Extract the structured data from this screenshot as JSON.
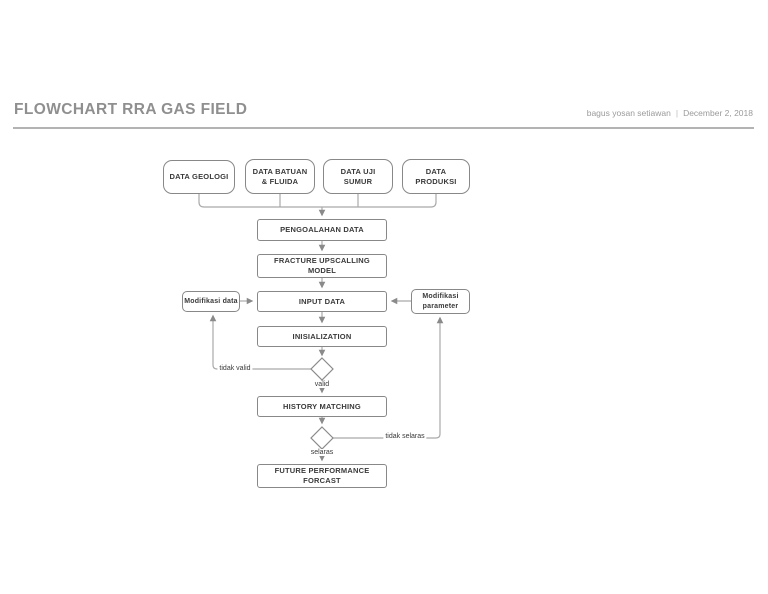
{
  "header": {
    "title": "FLOWCHART RRA GAS FIELD",
    "author": "bagus yosan setiawan",
    "separator": "|",
    "date": "December 2, 2018"
  },
  "flowchart": {
    "source_boxes": [
      "DATA GEOLOGI",
      "DATA BATUAN & FLUIDA",
      "DATA UJI SUMUR",
      "DATA PRODUKSI"
    ],
    "process_boxes": {
      "pengolahan": "PENGOALAHAN DATA",
      "fracture": "FRACTURE UPSCALLING MODEL",
      "input": "INPUT DATA",
      "inisialization": "INISIALIZATION",
      "history": "HISTORY MATCHING",
      "forecast": "FUTURE PERFORMANCE FORCAST"
    },
    "side_boxes": {
      "modifikasi_data": "Modifikasi data",
      "modifikasi_parameter": "Modifikasi parameter"
    },
    "branch_labels": {
      "tidak_valid": "tidak valid",
      "valid": "valid",
      "tidak_selaras": "tidak selaras",
      "selaras": "selaras"
    }
  },
  "colors": {
    "box_border": "#888888",
    "connector_line": "#a9a9a9",
    "arrowhead": "#8a8a8a",
    "box_text": "#3a3a3a",
    "header_text": "#8f8f8f",
    "header_rule": "#b3b3b3"
  }
}
